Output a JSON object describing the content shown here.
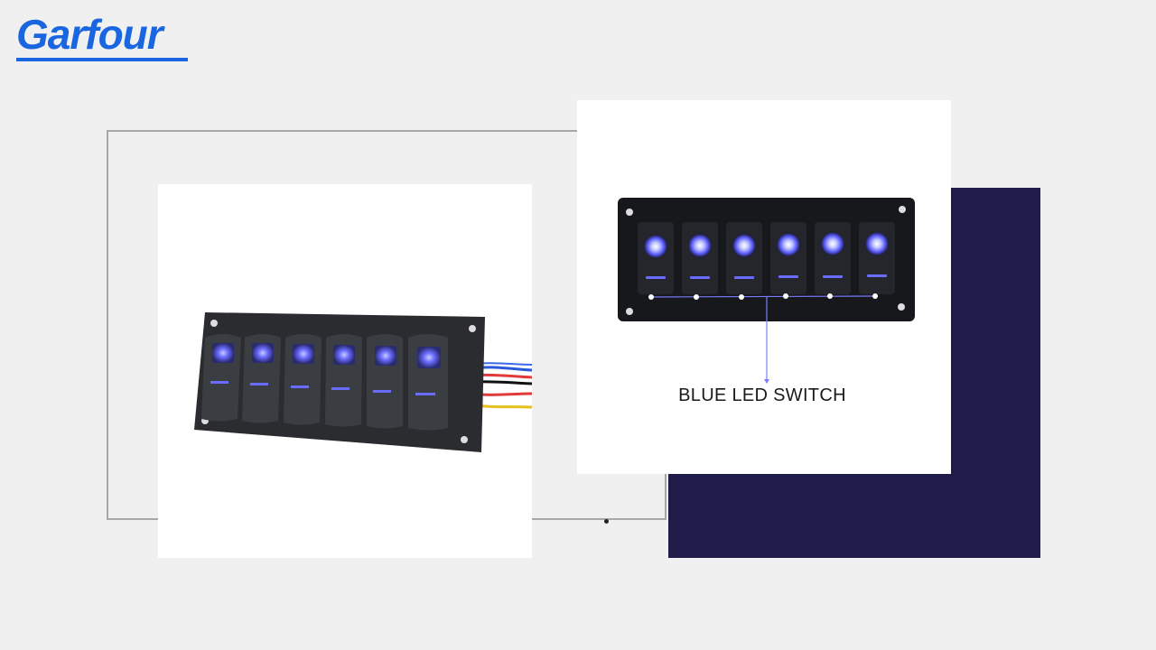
{
  "brand": {
    "name": "Garfour",
    "color": "#1a66e0"
  },
  "slide": {
    "caption": "BLUE LED SWITCH",
    "accent_color": "#201c4a",
    "led_color": "#5a5cff"
  },
  "images": {
    "left_photo": "switch-panel-angled-photo",
    "right_photo": "switch-panel-front-photo"
  }
}
